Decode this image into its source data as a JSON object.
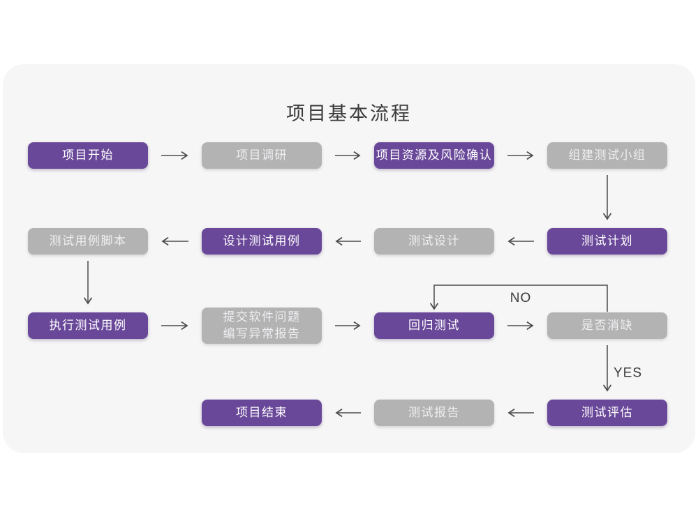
{
  "title": "项目基本流程",
  "colors": {
    "purple": "#6a4899",
    "gray": "#b4b3b4",
    "card_bg": "#f6f6f6",
    "page_bg": "#ffffff",
    "arrow": "#4c4c4c",
    "title_text": "#3a3a3a"
  },
  "diagram": {
    "nodes": [
      {
        "id": "start",
        "label": "项目开始",
        "variant": "purple",
        "col": 0,
        "row": 0
      },
      {
        "id": "research",
        "label": "项目调研",
        "variant": "gray",
        "col": 1,
        "row": 0
      },
      {
        "id": "risk",
        "label": "项目资源及风险确认",
        "variant": "purple",
        "col": 2,
        "row": 0
      },
      {
        "id": "team",
        "label": "组建测试小组",
        "variant": "gray",
        "col": 3,
        "row": 0
      },
      {
        "id": "plan",
        "label": "测试计划",
        "variant": "purple",
        "col": 3,
        "row": 1
      },
      {
        "id": "design",
        "label": "测试设计",
        "variant": "gray",
        "col": 2,
        "row": 1
      },
      {
        "id": "case-design",
        "label": "设计测试用例",
        "variant": "purple",
        "col": 1,
        "row": 1
      },
      {
        "id": "script",
        "label": "测试用例脚本",
        "variant": "gray",
        "col": 0,
        "row": 1
      },
      {
        "id": "execute",
        "label": "执行测试用例",
        "variant": "purple",
        "col": 0,
        "row": 2
      },
      {
        "id": "issue-report",
        "label": "提交软件问题\n编写异常报告",
        "variant": "gray",
        "col": 1,
        "row": 2,
        "tall": true
      },
      {
        "id": "regression",
        "label": "回归测试",
        "variant": "purple",
        "col": 2,
        "row": 2
      },
      {
        "id": "defect-check",
        "label": "是否消缺",
        "variant": "gray",
        "col": 3,
        "row": 2
      },
      {
        "id": "evaluate",
        "label": "测试评估",
        "variant": "purple",
        "col": 3,
        "row": 3
      },
      {
        "id": "report",
        "label": "测试报告",
        "variant": "gray",
        "col": 2,
        "row": 3
      },
      {
        "id": "end",
        "label": "项目结束",
        "variant": "purple",
        "col": 1,
        "row": 3
      }
    ],
    "edges": [
      {
        "from": "start",
        "to": "research"
      },
      {
        "from": "research",
        "to": "risk"
      },
      {
        "from": "risk",
        "to": "team"
      },
      {
        "from": "team",
        "to": "plan"
      },
      {
        "from": "plan",
        "to": "design"
      },
      {
        "from": "design",
        "to": "case-design"
      },
      {
        "from": "case-design",
        "to": "script"
      },
      {
        "from": "script",
        "to": "execute"
      },
      {
        "from": "execute",
        "to": "issue-report"
      },
      {
        "from": "issue-report",
        "to": "regression"
      },
      {
        "from": "regression",
        "to": "defect-check"
      },
      {
        "from": "defect-check",
        "to": "regression",
        "label": "NO",
        "route": "loop-top"
      },
      {
        "from": "defect-check",
        "to": "evaluate",
        "label": "YES"
      },
      {
        "from": "evaluate",
        "to": "report"
      },
      {
        "from": "report",
        "to": "end"
      }
    ]
  }
}
